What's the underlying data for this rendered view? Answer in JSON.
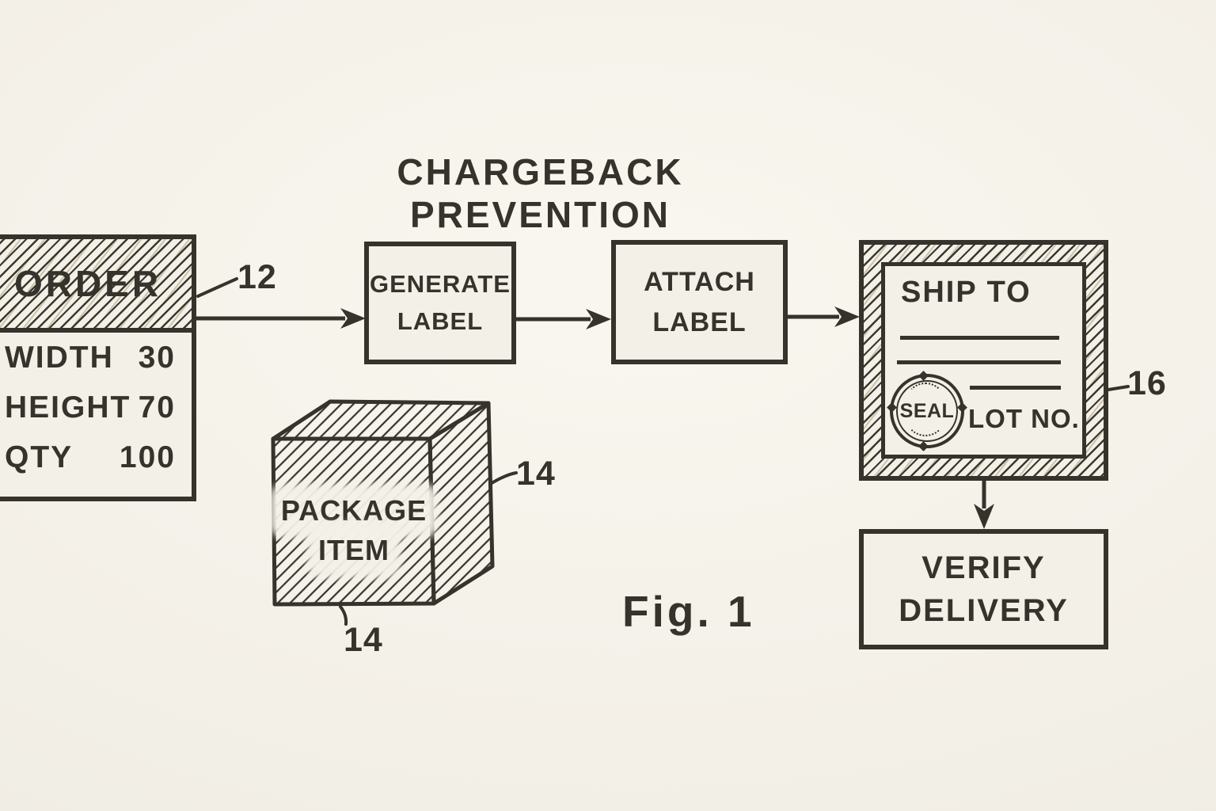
{
  "colors": {
    "paper": "#f3f0e8",
    "ink": "#35332c"
  },
  "title": "CHARGEBACK PREVENTION",
  "figure_caption": "Fig. 1",
  "order_box": {
    "header": "ORDER",
    "ref": "12",
    "rows": [
      {
        "label": "WIDTH",
        "value": "30"
      },
      {
        "label": "HEIGHT",
        "value": "70"
      },
      {
        "label": "QTY",
        "value": "100"
      }
    ]
  },
  "generate_box": {
    "line1": "GENERATE",
    "line2": "LABEL"
  },
  "attach_box": {
    "line1": "ATTACH",
    "line2": "LABEL"
  },
  "package_item": {
    "line1": "PACKAGE",
    "line2": "ITEM",
    "ref_top": "14",
    "ref_bottom": "14"
  },
  "shipping_label": {
    "heading": "SHIP TO",
    "seal": "SEAL",
    "lot": "LOT NO.",
    "ref": "16"
  },
  "verify_box": {
    "line1": "VERIFY",
    "line2": "DELIVERY"
  }
}
